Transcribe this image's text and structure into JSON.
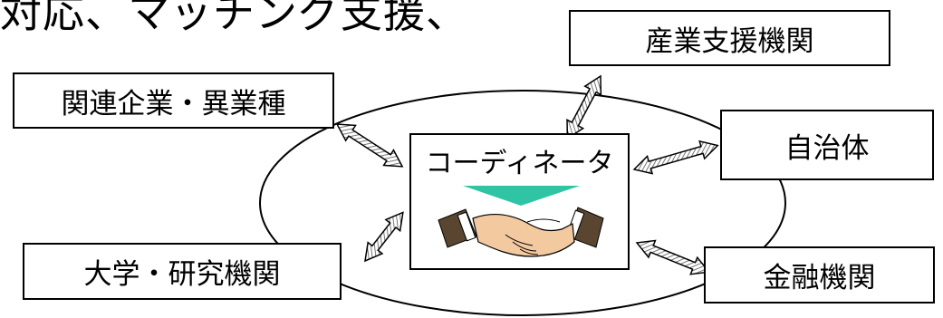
{
  "header": {
    "text": "対応、マッチング支援、"
  },
  "nodes": {
    "industry_support": "産業支援機関",
    "related_companies": "関連企業・異業種",
    "municipality": "自治体",
    "coordinator": "コーディネータ",
    "university": "大学・研究機関",
    "finance": "金融機関"
  },
  "colors": {
    "triangle": "#2ec4a4",
    "arrow_hatch": "#666666",
    "skin": "#f3c9a0",
    "suit": "#5a4630"
  },
  "icons": [
    "handshake-icon",
    "down-triangle-icon",
    "double-arrow-icon"
  ]
}
